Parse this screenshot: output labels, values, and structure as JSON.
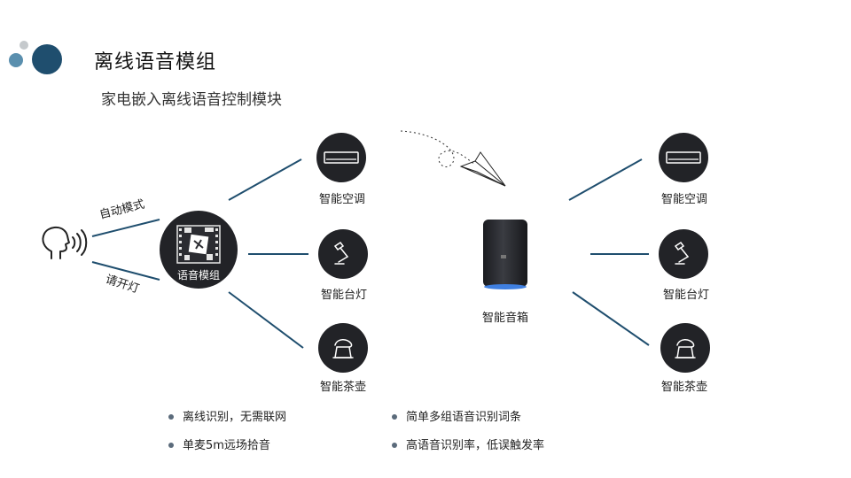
{
  "header": {
    "title": "离线语音模组",
    "subtitle": "家电嵌入离线语音控制模块"
  },
  "voice": {
    "command_auto": "自动模式",
    "command_light": "请开灯"
  },
  "module": {
    "label": "语音模组"
  },
  "left_devices": [
    {
      "label": "智能空调",
      "icon": "air-conditioner-icon"
    },
    {
      "label": "智能台灯",
      "icon": "desk-lamp-icon"
    },
    {
      "label": "智能茶壶",
      "icon": "kettle-icon"
    }
  ],
  "speaker": {
    "label": "智能音箱",
    "accent": "#3f7fe0"
  },
  "right_devices": [
    {
      "label": "智能空调",
      "icon": "air-conditioner-icon"
    },
    {
      "label": "智能台灯",
      "icon": "desk-lamp-icon"
    },
    {
      "label": "智能茶壶",
      "icon": "kettle-icon"
    }
  ],
  "features": [
    "离线识别，无需联网",
    "简单多组语音识别词条",
    "单麦5m远场拾音",
    "高语音识别率，低误触发率"
  ],
  "colors": {
    "line": "#1f4e6e",
    "circle": "#222327",
    "dot_dark": "#1f4e6e",
    "dot_mid": "#5a8fae",
    "dot_light": "#c5c9cc"
  }
}
